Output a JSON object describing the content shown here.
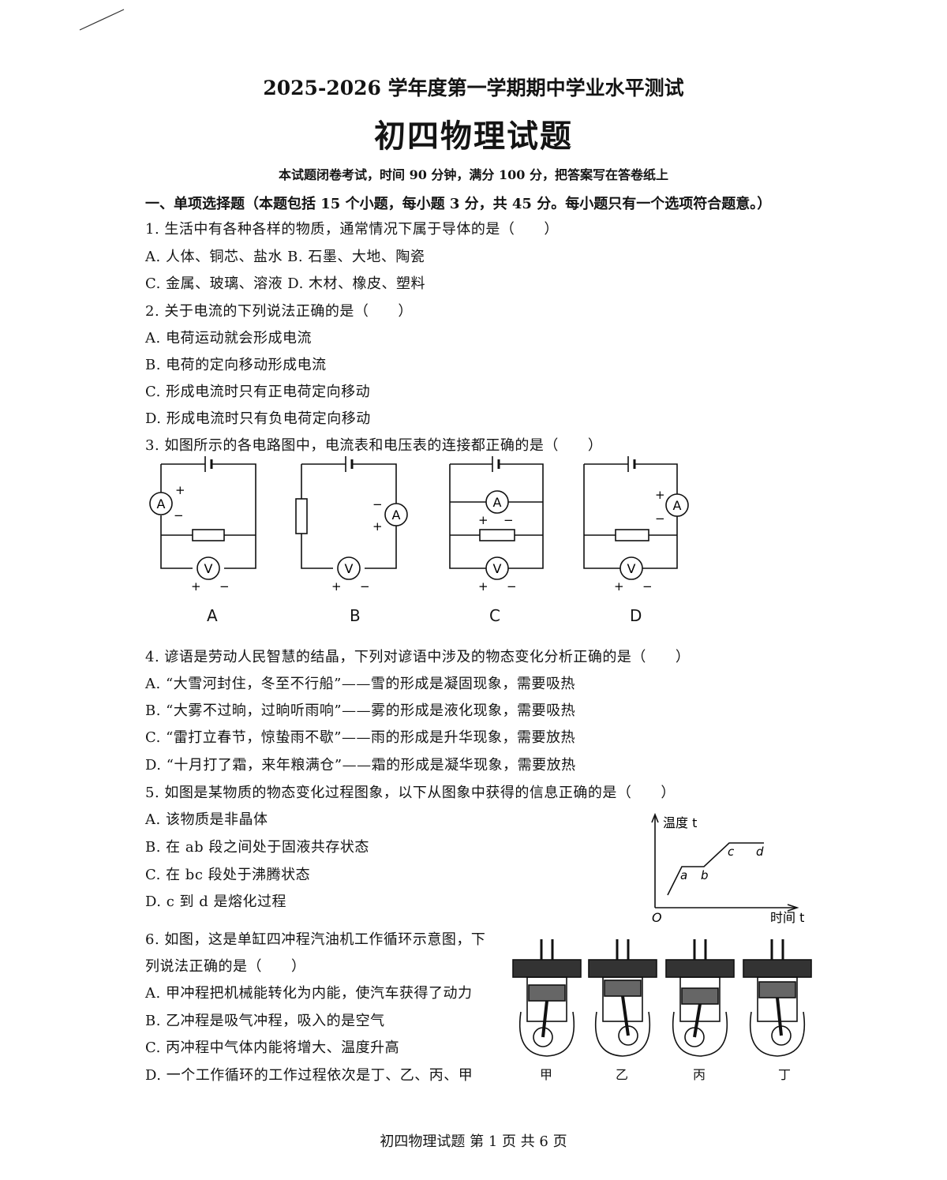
{
  "header": {
    "subtitle": "2025-2026 学年度第一学期期中学业水平测试",
    "title": "初四物理试题",
    "note": "本试题闭卷考试，时间 90 分钟，满分 100 分，把答案写在答卷纸上"
  },
  "section1": {
    "heading": "一、单项选择题（本题包括 15 个小题，每小题 3 分，共 45 分。每小题只有一个选项符合题意。）"
  },
  "q1": {
    "stem": "1. 生活中有各种各样的物质，通常情况下属于导体的是（　　）",
    "optAB": "A. 人体、铜芯、盐水 B. 石墨、大地、陶瓷",
    "optCD": "C. 金属、玻璃、溶液 D. 木材、橡皮、塑料"
  },
  "q2": {
    "stem": "2. 关于电流的下列说法正确的是（　　）",
    "a": "A. 电荷运动就会形成电流",
    "b": "B. 电荷的定向移动形成电流",
    "c": "C. 形成电流时只有正电荷定向移动",
    "d": "D. 形成电流时只有负电荷定向移动"
  },
  "q3": {
    "stem": "3. 如图所示的各电路图中，电流表和电压表的连接都正确的是（　　）",
    "labels": [
      "A",
      "B",
      "C",
      "D"
    ],
    "ammeter": "A",
    "voltmeter": "V",
    "plus": "+",
    "minus": "−"
  },
  "q4": {
    "stem": "4. 谚语是劳动人民智慧的结晶，下列对谚语中涉及的物态变化分析正确的是（　　）",
    "a": "A. “大雪河封住，冬至不行船”——雪的形成是凝固现象，需要吸热",
    "b": "B. “大雾不过晌，过晌听雨响”——雾的形成是液化现象，需要吸热",
    "c": "C. “雷打立春节，惊蛰雨不歇”——雨的形成是升华现象，需要放热",
    "d": "D. “十月打了霜，来年粮满仓”——霜的形成是凝华现象，需要放热"
  },
  "q5": {
    "stem": "5. 如图是某物质的物态变化过程图象，以下从图象中获得的信息正确的是（　　）",
    "a": "A. 该物质是非晶体",
    "b": "B. 在 ab 段之间处于固液共存状态",
    "c": "C. 在 bc 段处于沸腾状态",
    "d": "D. c 到 d 是熔化过程",
    "graph": {
      "ylabel": "温度 t",
      "xlabel": "时间 t",
      "origin": "O",
      "points": [
        "a",
        "b",
        "c",
        "d"
      ]
    }
  },
  "q6": {
    "stem1": "6. 如图，这是单缸四冲程汽油机工作循环示意图，下",
    "stem2": "列说法正确的是（　　）",
    "a": "A. 甲冲程把机械能转化为内能，使汽车获得了动力",
    "b": "B. 乙冲程是吸气冲程，吸入的是空气",
    "c": "C. 丙冲程中气体内能将增大、温度升高",
    "d": "D. 一个工作循环的工作过程依次是丁、乙、丙、甲",
    "engine_labels": [
      "甲",
      "乙",
      "丙",
      "丁"
    ]
  },
  "footer": {
    "text": "初四物理试题 第 1 页 共 6 页"
  }
}
